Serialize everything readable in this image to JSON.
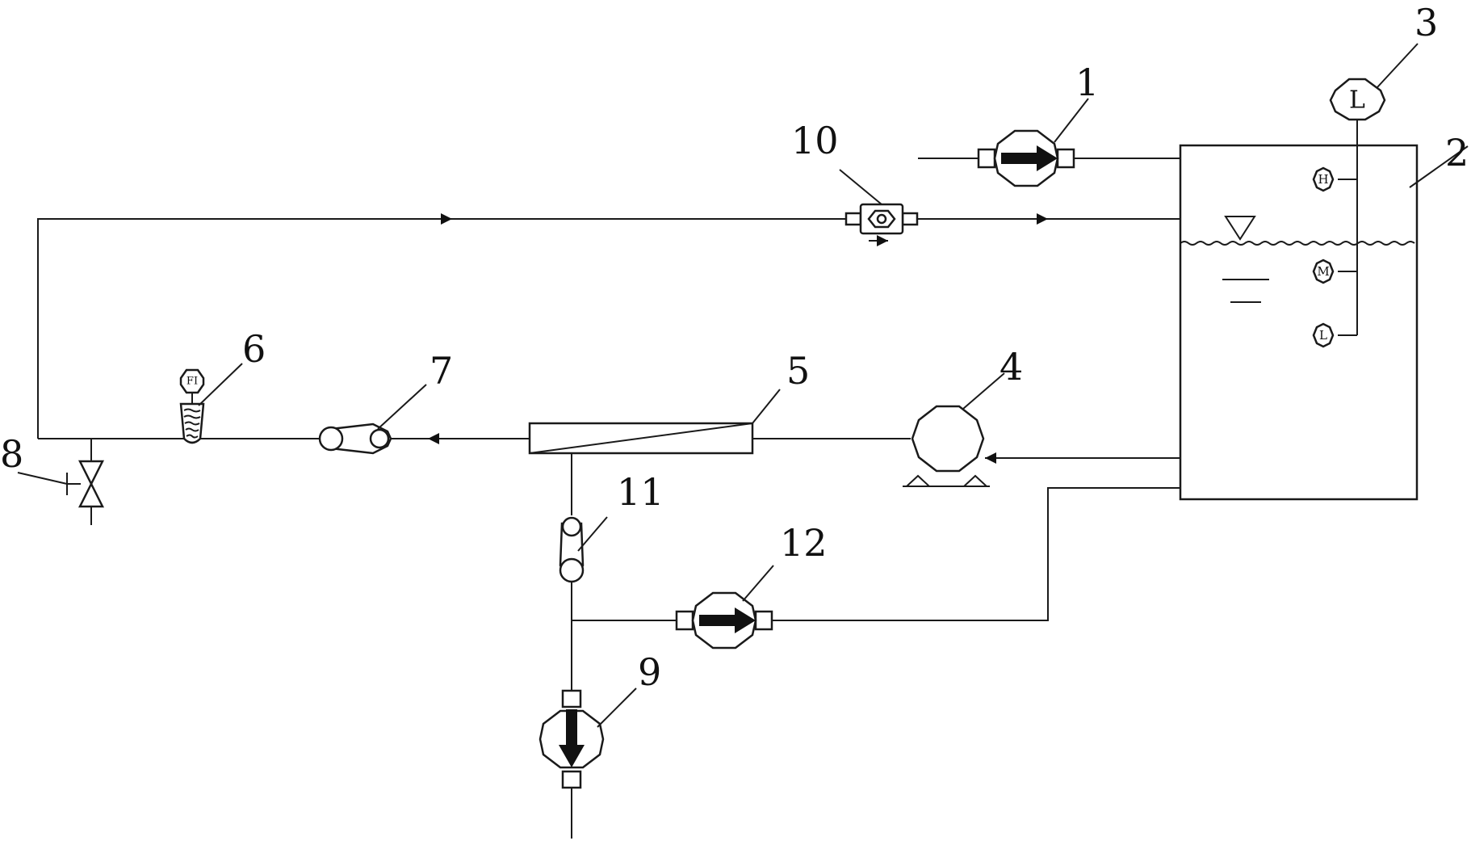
{
  "callouts": {
    "c1": "1",
    "c2": "2",
    "c3": "3",
    "c4": "4",
    "c5": "5",
    "c6": "6",
    "c7": "7",
    "c8": "8",
    "c9": "9",
    "c10": "10",
    "c11": "11",
    "c12": "12"
  },
  "level_switches": {
    "top": "L",
    "high": "H",
    "mid": "M",
    "low": "L"
  },
  "flow_indicator": "FI"
}
